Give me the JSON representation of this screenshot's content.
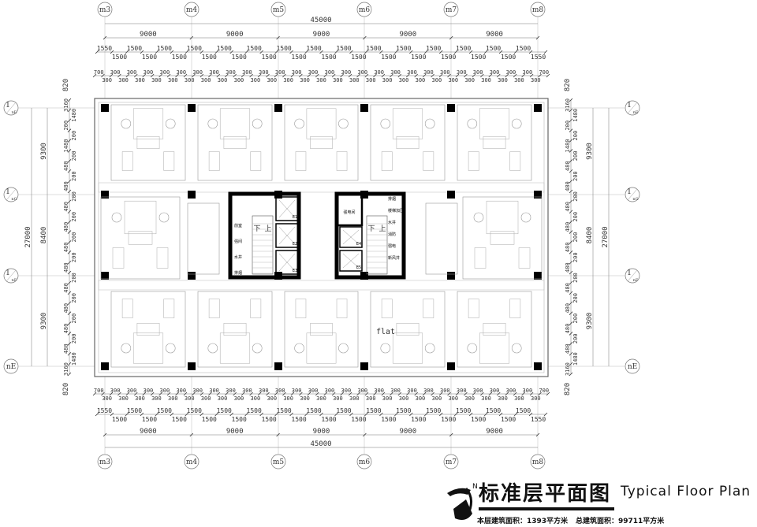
{
  "grid": {
    "columns": [
      "m3",
      "m4",
      "m5",
      "m6",
      "m7",
      "m8"
    ],
    "rows_left": [
      {
        "top": "1",
        "bottom": "nE"
      },
      {
        "top": "1",
        "bottom": "nG"
      },
      {
        "top": "1",
        "bottom": "nF"
      },
      {
        "top": "",
        "bottom": "nE"
      }
    ],
    "rows_right": [
      {
        "top": "1",
        "bottom": "nE"
      },
      {
        "top": "1",
        "bottom": "nG"
      },
      {
        "top": "1",
        "bottom": "nF"
      },
      {
        "top": "",
        "bottom": "nE"
      }
    ]
  },
  "dimensions": {
    "total_width": "45000",
    "bay_width": [
      "9000",
      "9000",
      "9000",
      "9000",
      "9000"
    ],
    "sub_top": [
      "1550",
      "1500",
      "1500",
      "1500",
      "1500",
      "1500",
      "1500",
      "1500",
      "1500",
      "1500",
      "1500",
      "1500",
      "1500",
      "1500",
      "1500",
      "1500",
      "1500",
      "1500",
      "1500",
      "1500",
      "1500",
      "1500",
      "1500",
      "1500",
      "1500",
      "1500",
      "1500",
      "1500",
      "1500",
      "1550"
    ],
    "fine_top": [
      "700",
      "300",
      "300",
      "300",
      "300",
      "300",
      "300",
      "300",
      "300",
      "300",
      "300",
      "300",
      "300",
      "300",
      "300",
      "300",
      "300",
      "300",
      "300",
      "300",
      "300",
      "300",
      "300",
      "300",
      "300",
      "300",
      "300",
      "300",
      "300",
      "300",
      "300",
      "300",
      "300",
      "300",
      "300",
      "300",
      "300",
      "300",
      "300",
      "300",
      "300",
      "300",
      "300",
      "300",
      "300",
      "300",
      "300",
      "300",
      "300",
      "300",
      "300",
      "300",
      "300",
      "300",
      "700"
    ],
    "total_depth": "27000",
    "bay_depth": [
      "9300",
      "8400",
      "9300"
    ],
    "edge_offset": "820",
    "side_fine": [
      "3160",
      "1480",
      "200",
      "200",
      "1480",
      "200",
      "480",
      "200",
      "480",
      "200",
      "480",
      "200",
      "480",
      "200",
      "480",
      "200",
      "480",
      "200",
      "480",
      "200",
      "480",
      "200",
      "480",
      "200",
      "480",
      "1480",
      "3160"
    ]
  },
  "core": {
    "left": {
      "rooms": [
        "前室",
        "强间",
        "水井",
        "排烟"
      ],
      "elevators": [
        "E1",
        "E2",
        "E3"
      ],
      "stair": [
        "下",
        "上"
      ]
    },
    "right": {
      "rooms": [
        "强电间",
        "排烟",
        "楼梯加压",
        "水井",
        "消防",
        "弱电",
        "新风井"
      ],
      "elevators": [
        "E4",
        "E5"
      ],
      "stair": [
        "下",
        "上"
      ]
    }
  },
  "plan_label": "flat",
  "title": {
    "zh": "标准层平面图",
    "en": "Typical Floor Plan",
    "floor_area": "本层建筑面积：1393平方米",
    "total_area": "总建筑面积：99711平方米",
    "logo_letter": "N"
  }
}
